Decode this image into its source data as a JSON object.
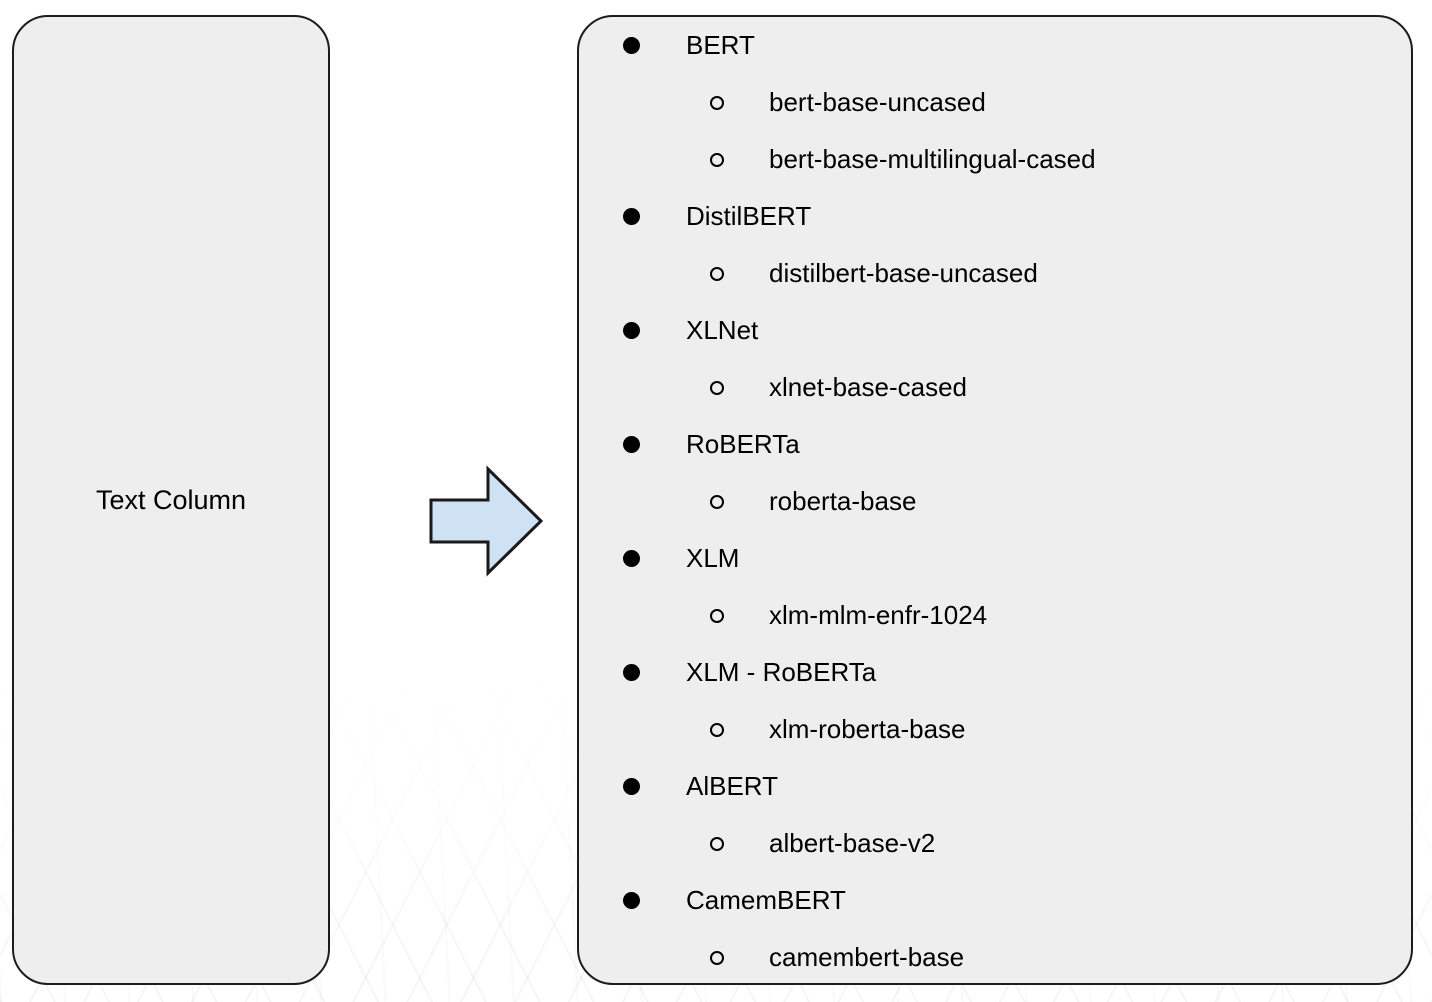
{
  "diagram": {
    "left_box": {
      "label": "Text Column"
    },
    "arrow": {
      "icon": "right-block-arrow-icon",
      "fill": "#cfe2f3",
      "stroke": "#1a1a1a"
    },
    "right_box": {
      "model_list": [
        {
          "family": "BERT",
          "models": [
            "bert-base-uncased",
            "bert-base-multilingual-cased"
          ]
        },
        {
          "family": "DistilBERT",
          "models": [
            "distilbert-base-uncased"
          ]
        },
        {
          "family": "XLNet",
          "models": [
            "xlnet-base-cased"
          ]
        },
        {
          "family": "RoBERTa",
          "models": [
            "roberta-base"
          ]
        },
        {
          "family": "XLM",
          "models": [
            "xlm-mlm-enfr-1024"
          ]
        },
        {
          "family": "XLM - RoBERTa",
          "models": [
            "xlm-roberta-base"
          ]
        },
        {
          "family": "AlBERT",
          "models": [
            "albert-base-v2"
          ]
        },
        {
          "family": "CamemBERT",
          "models": [
            "camembert-base"
          ]
        }
      ]
    },
    "colors": {
      "box_fill": "#eeeeee",
      "box_border": "#1c1c1c",
      "arrow_fill": "#cfe2f3",
      "arrow_border": "#1a1a1a",
      "text": "#000000",
      "background": "#ffffff"
    }
  }
}
